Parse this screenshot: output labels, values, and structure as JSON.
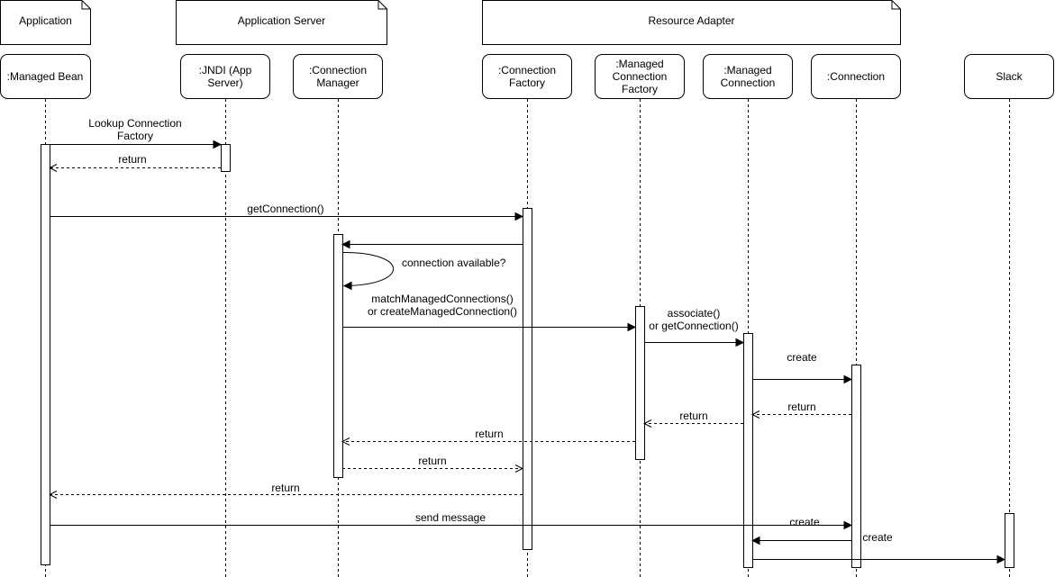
{
  "groups": [
    {
      "label": "Application"
    },
    {
      "label": "Application Server"
    },
    {
      "label": "Resource Adapter"
    }
  ],
  "participants": [
    {
      "lines": [
        ":Managed Bean"
      ]
    },
    {
      "lines": [
        ":JNDI (App",
        "Server)"
      ]
    },
    {
      "lines": [
        ":Connection",
        "Manager"
      ]
    },
    {
      "lines": [
        ":Connection",
        "Factory"
      ]
    },
    {
      "lines": [
        ":Managed",
        "Connection",
        "Factory"
      ]
    },
    {
      "lines": [
        ":Managed",
        "Connection"
      ]
    },
    {
      "lines": [
        ":Connection"
      ]
    },
    {
      "lines": [
        "Slack"
      ]
    }
  ],
  "messages": [
    {
      "lines": [
        "Lookup Connection",
        "Factory"
      ],
      "style": "solid"
    },
    {
      "lines": [
        "return"
      ],
      "style": "dashed"
    },
    {
      "lines": [
        "getConnection()"
      ],
      "style": "solid"
    },
    {
      "lines": [],
      "style": "solid"
    },
    {
      "lines": [
        "connection available?"
      ],
      "style": "solid"
    },
    {
      "lines": [
        "matchManagedConnections()",
        "or createManagedConnection()"
      ],
      "style": "solid"
    },
    {
      "lines": [
        "associate()",
        "or getConnection()"
      ],
      "style": "solid"
    },
    {
      "lines": [
        "create"
      ],
      "style": "solid"
    },
    {
      "lines": [
        "return"
      ],
      "style": "dashed"
    },
    {
      "lines": [
        "return"
      ],
      "style": "dashed"
    },
    {
      "lines": [
        "return"
      ],
      "style": "dashed"
    },
    {
      "lines": [
        "return"
      ],
      "style": "dashed"
    },
    {
      "lines": [
        "return"
      ],
      "style": "dashed"
    },
    {
      "lines": [
        "send message"
      ],
      "style": "solid"
    },
    {
      "lines": [
        "create"
      ],
      "style": "solid"
    },
    {
      "lines": [
        "create"
      ],
      "style": "solid"
    },
    {
      "lines": [],
      "style": "solid"
    }
  ],
  "colors": {
    "stroke": "#000000",
    "fill": "#ffffff",
    "text": "#000000"
  }
}
